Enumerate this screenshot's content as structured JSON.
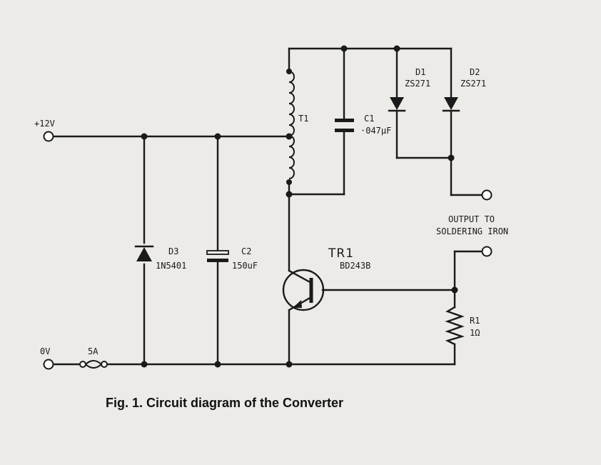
{
  "caption": "Fig. 1. Circuit diagram of the Converter",
  "terminals": {
    "plus12v": "+12V",
    "zero_v": "0V",
    "output": [
      "OUTPUT TO",
      "SOLDERING IRON"
    ]
  },
  "components": {
    "fuse": "5A",
    "t1": "T1",
    "c1": {
      "name": "C1",
      "value": "·047μF"
    },
    "d1": {
      "name": "D1",
      "value": "ZS271"
    },
    "d2": {
      "name": "D2",
      "value": "ZS271"
    },
    "d3": {
      "name": "D3",
      "value": "1N5401"
    },
    "c2": {
      "name": "C2",
      "value": "150uF"
    },
    "tr1": {
      "name": "TR1",
      "value": "BD243B"
    },
    "r1": {
      "name": "R1",
      "value": "1Ω"
    }
  },
  "colors": {
    "ink": "#1a1a1a",
    "paper": "#ecebe8"
  }
}
